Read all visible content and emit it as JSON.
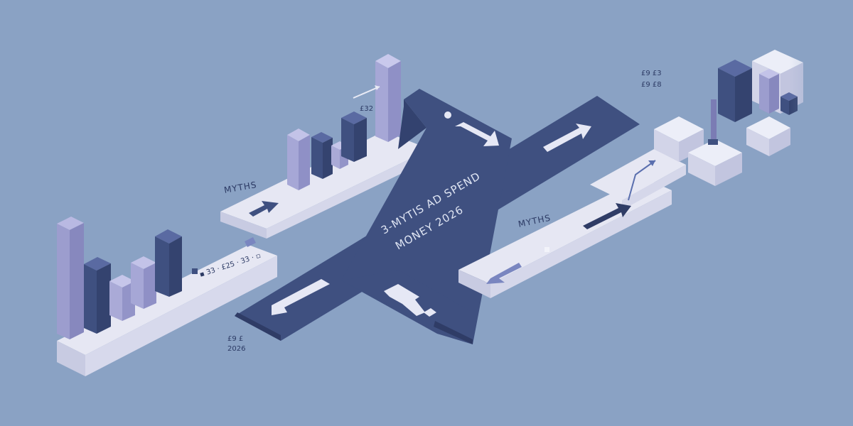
{
  "headline": {
    "line1": "3-MYTIS AD SPEND",
    "line2": "MONEY 2026"
  },
  "labels": {
    "myths_left": "MYTHS",
    "myths_right": "MYTHS",
    "small_left": "▪ 33 · £25 · 33 · ▫",
    "top_center": "£32",
    "top_right_1": "£9 £3",
    "top_right_2": "£9 £8",
    "bottom_left_1": "£9 £",
    "bottom_left_2": "2026"
  },
  "colors": {
    "background": "#8aa2c4",
    "navy": "#3f5080",
    "navy_dark": "#2f3c66",
    "light": "#e4e6f3",
    "light_side": "#c9cde3",
    "lavender": "#9f9fcf",
    "lavender_dark": "#7b7cb4",
    "accent_blue": "#5a6fae"
  }
}
